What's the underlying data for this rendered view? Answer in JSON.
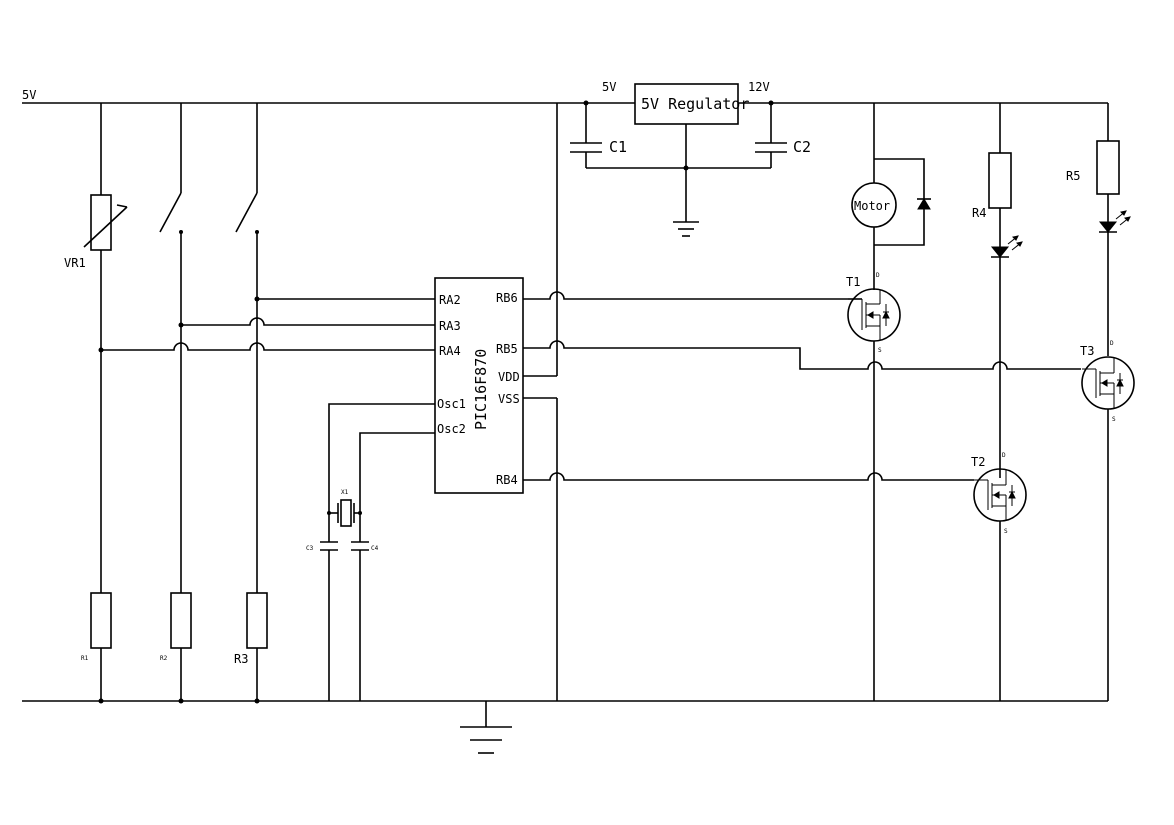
{
  "rails": {
    "supply_label": "5V"
  },
  "regulator": {
    "label": "5V Regulator",
    "in_label": "5V",
    "out_label": "12V"
  },
  "capacitors": {
    "c1": "C1",
    "c2": "C2",
    "c3": "C3",
    "c4": "C4"
  },
  "resistors": {
    "vr1": "VR1",
    "r1": "R1",
    "r2": "R2",
    "r3": "R3",
    "r4": "R4",
    "r5": "R5"
  },
  "mcu": {
    "name": "PIC16F870",
    "pins_left": [
      "RA2",
      "RA3",
      "RA4",
      "Osc1",
      "Osc2"
    ],
    "pins_right": [
      "RB6",
      "RB5",
      "VDD",
      "VSS",
      "RB4"
    ]
  },
  "crystal": {
    "label": "X1"
  },
  "motor": {
    "label": "Motor"
  },
  "transistors": {
    "t1": "T1",
    "t2": "T2",
    "t3": "T3",
    "drain": "D",
    "source": "S"
  }
}
